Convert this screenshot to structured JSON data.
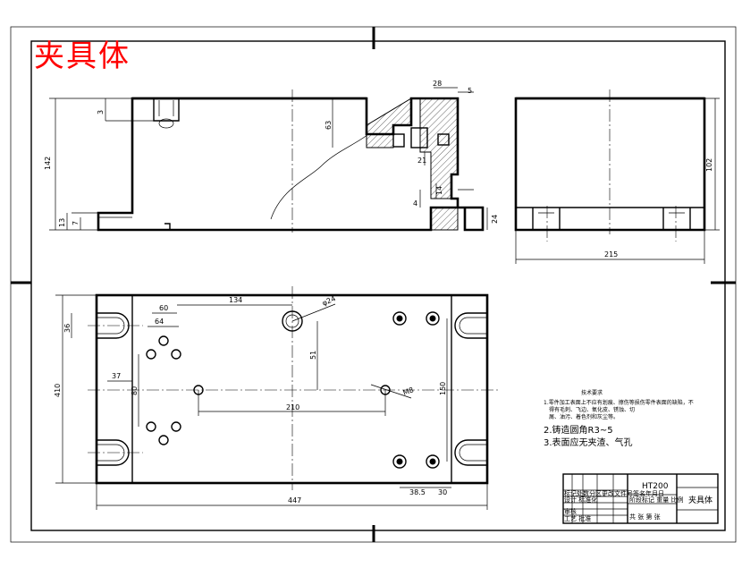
{
  "title": "夹具体",
  "views": {
    "front": {
      "dims": [
        "28",
        "5",
        "142",
        "13",
        "7",
        "3",
        "63",
        "21",
        "4",
        "14",
        "24"
      ]
    },
    "side": {
      "dims": [
        "102",
        "215"
      ]
    },
    "top": {
      "dims": [
        "60",
        "134",
        "64",
        "φ24",
        "36",
        "37",
        "80",
        "51",
        "210",
        "410",
        "M8",
        "150",
        "38.5",
        "30",
        "447"
      ]
    }
  },
  "notes": {
    "heading": "技术要求",
    "item1_line1": "1.零件加工表面上不应有划痕、擦伤等损伤零件表面的缺陷，不",
    "item1_line2": "得有毛刺、飞边、氧化皮、锈蚀、切",
    "item1_line3": "屑、油污、着色剂和灰尘等。",
    "item2": "2.铸造圆角R3~5",
    "item3": "3.表面应无夹渣、气孔"
  },
  "title_block": {
    "material": "HT200",
    "part_name": "夹具体",
    "left_labels": [
      "标记处数分区更改文件号签名年月日",
      "设计 标准化",
      "审核",
      "工艺 批准"
    ],
    "middle_labels": [
      "阶段标记 重量 比例",
      "共 张 第 张"
    ]
  }
}
